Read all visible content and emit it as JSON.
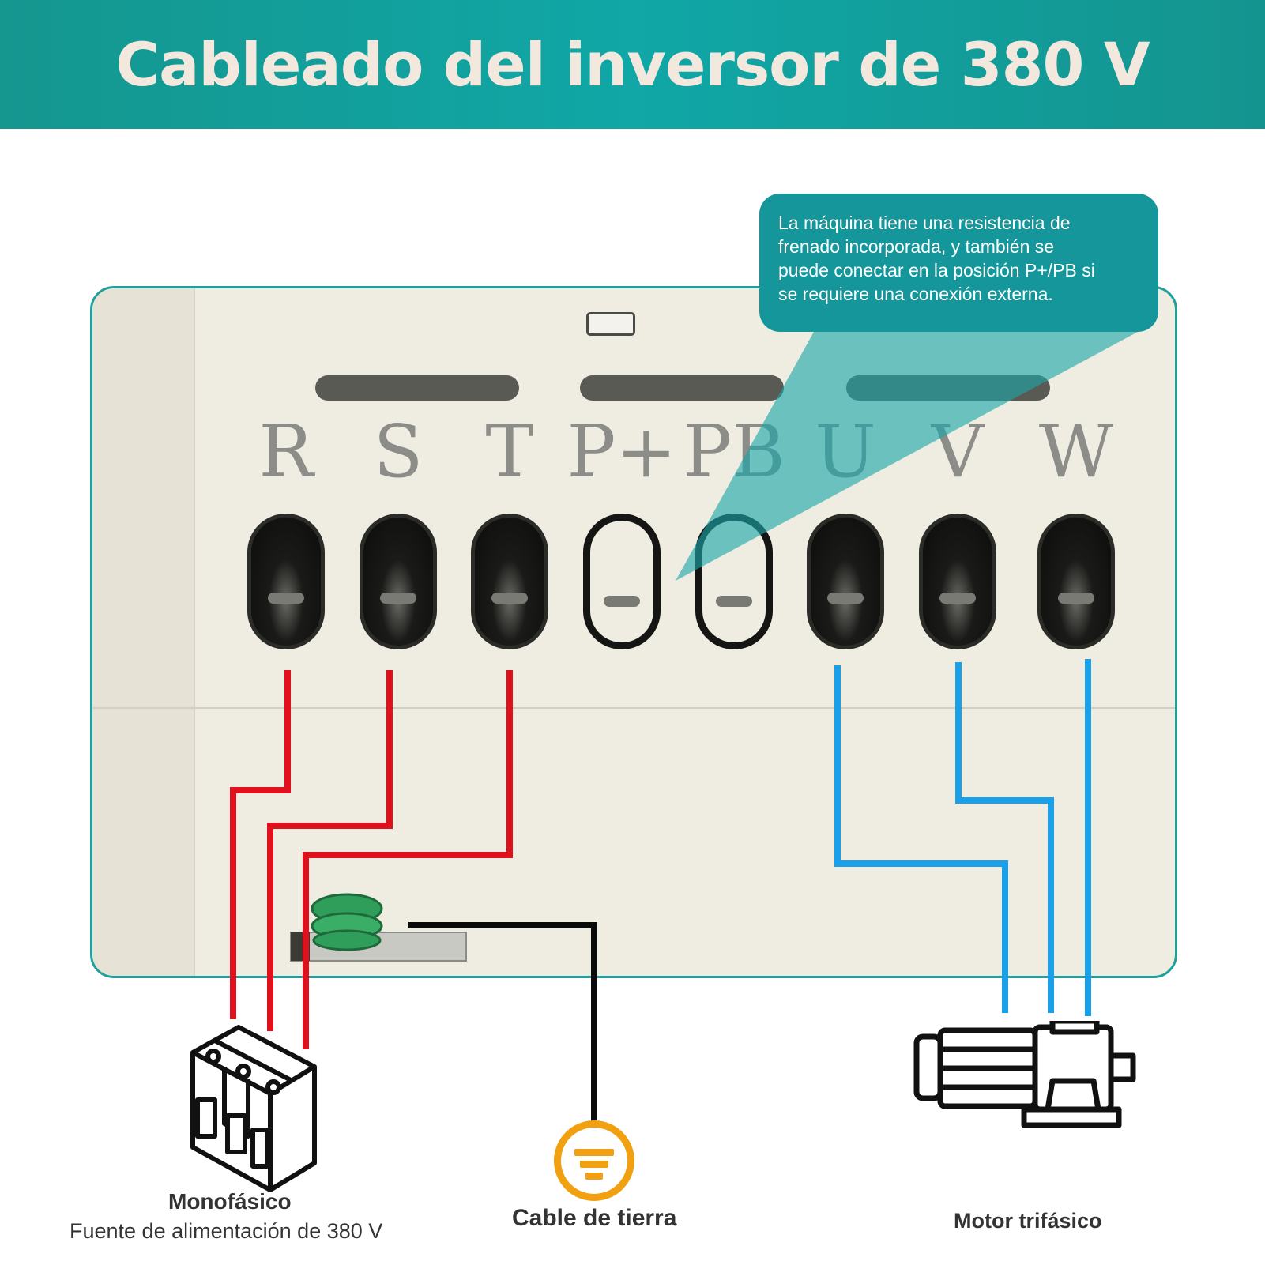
{
  "header": {
    "title": "Cableado del inversor de 380 V",
    "background": "#13a09c",
    "title_color": "#f3e8dd"
  },
  "callout": {
    "text_lines": [
      "La máquina tiene una resistencia de",
      "frenado incorporada, y también se",
      "puede conectar en la posición P+/PB si",
      "se requiere una conexión externa."
    ]
  },
  "terminals": [
    {
      "label": "R",
      "state": "filled",
      "wire": "red"
    },
    {
      "label": "S",
      "state": "filled",
      "wire": "red"
    },
    {
      "label": "T",
      "state": "filled",
      "wire": "red"
    },
    {
      "label": "P+",
      "state": "empty",
      "wire": ""
    },
    {
      "label": "PB",
      "state": "empty",
      "wire": ""
    },
    {
      "label": "U",
      "state": "filled",
      "wire": "blue"
    },
    {
      "label": "V",
      "state": "filled",
      "wire": "blue"
    },
    {
      "label": "W",
      "state": "filled",
      "wire": "blue"
    }
  ],
  "colors": {
    "input_wire": "#e0101c",
    "output_wire": "#1aa0e8",
    "ground_wire": "#0a0a0a",
    "ground_symbol": "#f0a010",
    "panel_border": "#20a09c"
  },
  "captions": {
    "breaker_line1": "Monofásico",
    "breaker_line2": "Fuente de alimentación de 380 V",
    "ground": "Cable de tierra",
    "motor": "Motor trifásico"
  },
  "icons": {
    "breaker": "circuit-breaker-icon",
    "ground": "ground-icon",
    "motor": "motor-icon"
  }
}
